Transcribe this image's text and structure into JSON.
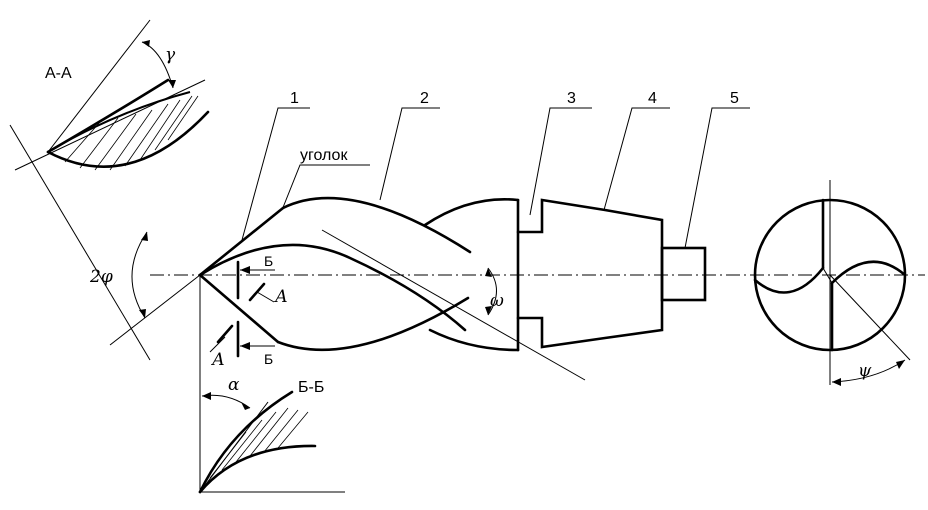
{
  "labels": {
    "section_aa": "А-А",
    "section_bb": "Б-Б",
    "corner": "уголок",
    "part_1": "1",
    "part_2": "2",
    "part_3": "3",
    "part_4": "4",
    "part_5": "5",
    "arrow_b_top": "Б",
    "arrow_b_bottom": "Б",
    "arrow_a_top": "А",
    "arrow_a_bottom": "А"
  },
  "angles": {
    "gamma": "γ",
    "alpha": "α",
    "two_phi": "2φ",
    "omega": "ω",
    "psi": "ψ"
  }
}
